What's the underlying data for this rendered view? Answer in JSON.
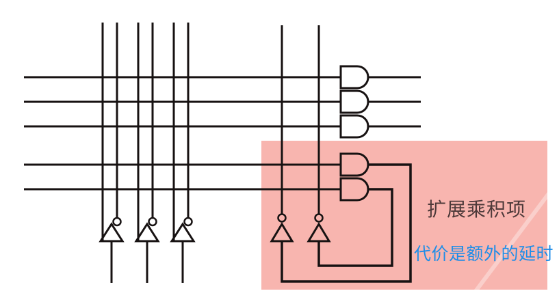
{
  "labels": {
    "expander": "扩展乘积项",
    "delay_note": "代价是额外的延时"
  },
  "colors": {
    "background": "#ffffff",
    "line": "#171212",
    "highlight_bg": "#f8b5af",
    "expander_text": "#4e3a3a",
    "delay_note_text": "#1d8de8"
  },
  "icons": {
    "and_gate": "and-gate-icon",
    "input_buffer": "input-buffer-icon",
    "feedback_inverter": "inverter-icon"
  },
  "structure": {
    "input_columns": 6,
    "feedback_columns": 2,
    "product_term_rows": 5,
    "main_and_gates": 3,
    "expander_and_gates": 2,
    "input_buffers": 3,
    "feedback_inverters": 2
  }
}
